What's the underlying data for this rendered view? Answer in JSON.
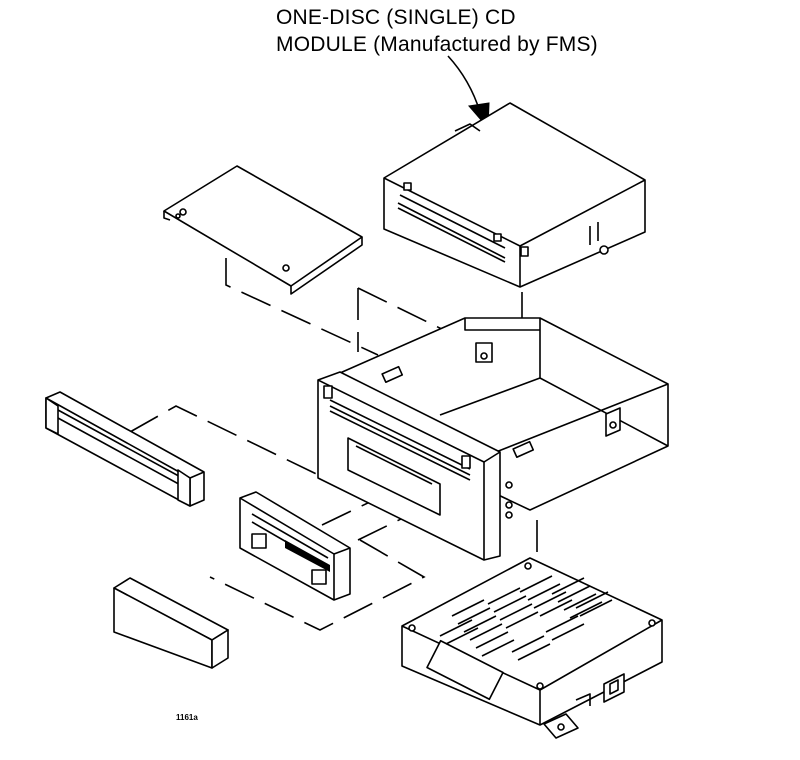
{
  "callout": {
    "line1": "ONE-DISC (SINGLE) CD",
    "line2": "MODULE (Manufactured by FMS)"
  },
  "figure_number": "1161a",
  "parts": [
    "cd-module",
    "cover-plate",
    "housing-chassis",
    "trim-bezel",
    "face-plate",
    "filler-pocket",
    "amplifier-module"
  ]
}
